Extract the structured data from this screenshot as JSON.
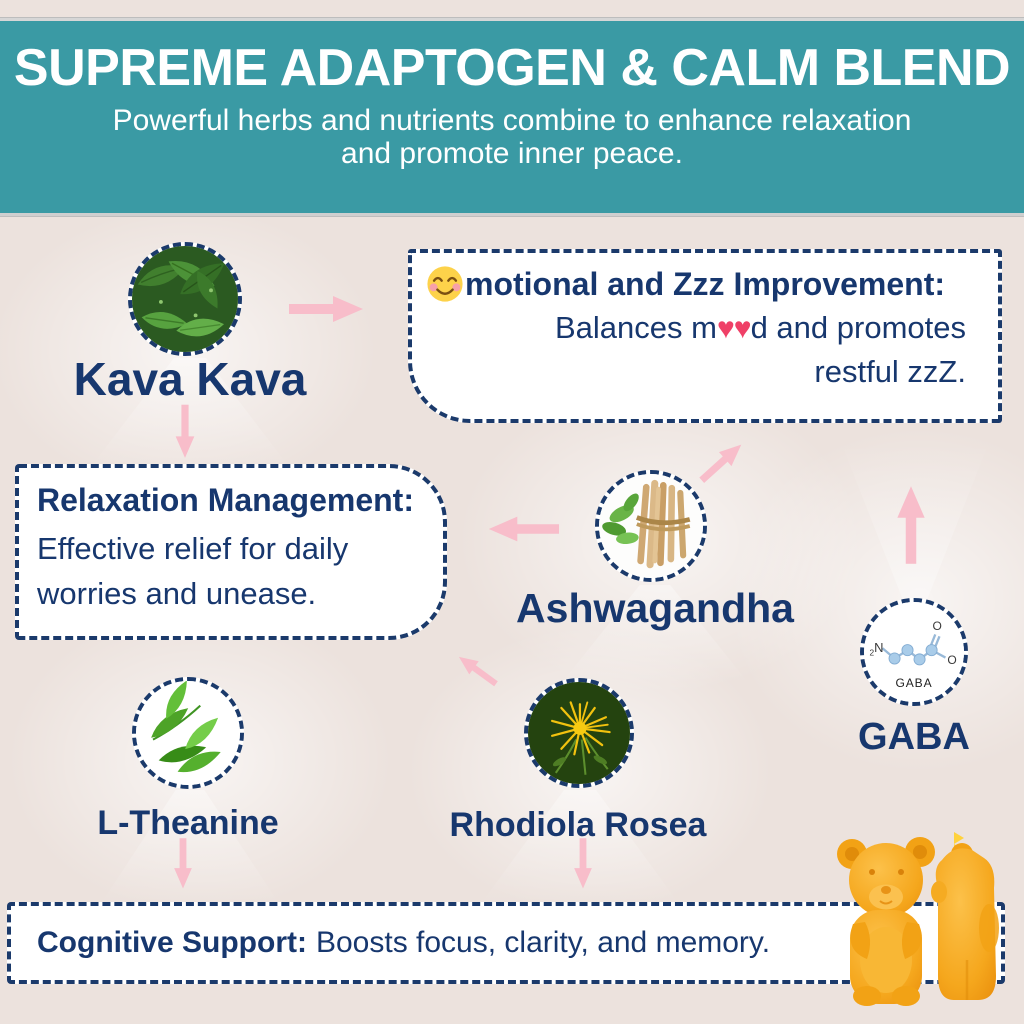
{
  "header": {
    "title": "SUPREME ADAPTOGEN & CALM BLEND",
    "subtitle_line1": "Powerful herbs and nutrients combine to enhance relaxation",
    "subtitle_line2": "and promote inner peace."
  },
  "ingredients": {
    "kava": {
      "label": "Kava Kava",
      "image": "kava-leaves-photo"
    },
    "ashwagandha": {
      "label": "Ashwagandha",
      "image": "ashwagandha-root-bundle-photo"
    },
    "gaba": {
      "label": "GABA",
      "image": "gaba-molecule-diagram",
      "molecule": {
        "n_sub": "2",
        "n": "N",
        "o_top": "O",
        "o_right": "O",
        "caption": "GABA"
      }
    },
    "ltheanine": {
      "label": "L-Theanine",
      "image": "green-tea-leaves-photo"
    },
    "rhodiola": {
      "label": "Rhodiola Rosea",
      "image": "rhodiola-yellow-flower-photo"
    }
  },
  "benefits": {
    "emotional": {
      "emoji": "smiling-face-with-smiling-eyes",
      "heading": "motional and Zzz Improvement:",
      "line2_prefix": "Balances m",
      "line2_hearts": "♥♥",
      "line2_suffix": "d and promotes",
      "line3": "restful zzZ."
    },
    "relaxation": {
      "heading": "Relaxation Management:",
      "line1": "Effective relief for daily",
      "line2": "worries and unease."
    },
    "cognitive": {
      "heading": "Cognitive Support:",
      "body": "Boosts focus, clarity, and memory."
    }
  },
  "decorations": {
    "gummy_bears": "two-orange-gummy-bears"
  },
  "colors": {
    "banner_teal": "#3a9aa4",
    "navy_text": "#17376e",
    "box_border_navy": "#1b3a6b",
    "background_beige": "#ece2dd",
    "arrow_pink": "#f8bdca",
    "heart_red": "#ef4067",
    "gummy_orange": "#f5a71d"
  }
}
